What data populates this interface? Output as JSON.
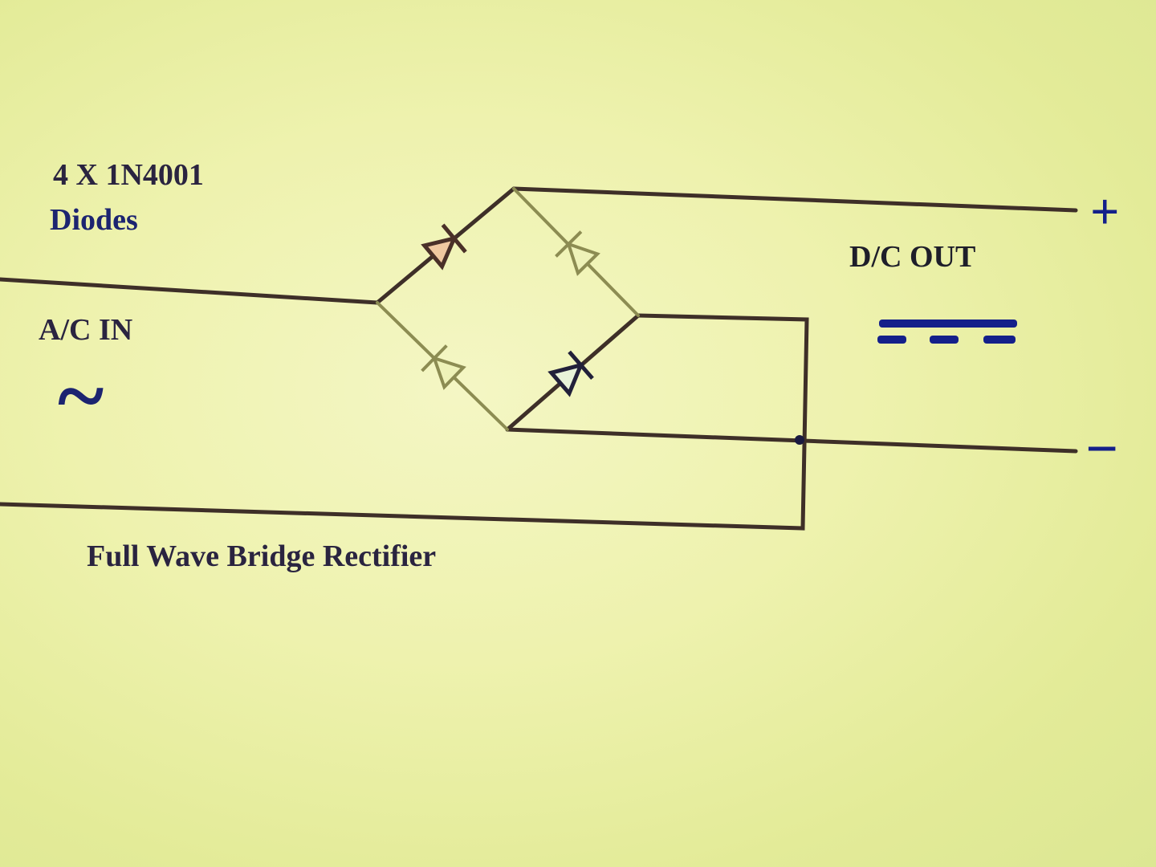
{
  "diagram": {
    "title": "Full Wave Bridge Rectifier",
    "diode_label_line1": "4 X 1N4001",
    "diode_label_line2": "Diodes",
    "input_label": "A/C IN",
    "input_symbol": "~",
    "output_label": "D/C OUT",
    "positive_terminal": "+",
    "negative_terminal": "−",
    "colors": {
      "wire": "#3e2f28",
      "faded_diode": "#8c8c52",
      "text_blue": "#1c2470",
      "terminal_blue": "#14208a"
    }
  }
}
